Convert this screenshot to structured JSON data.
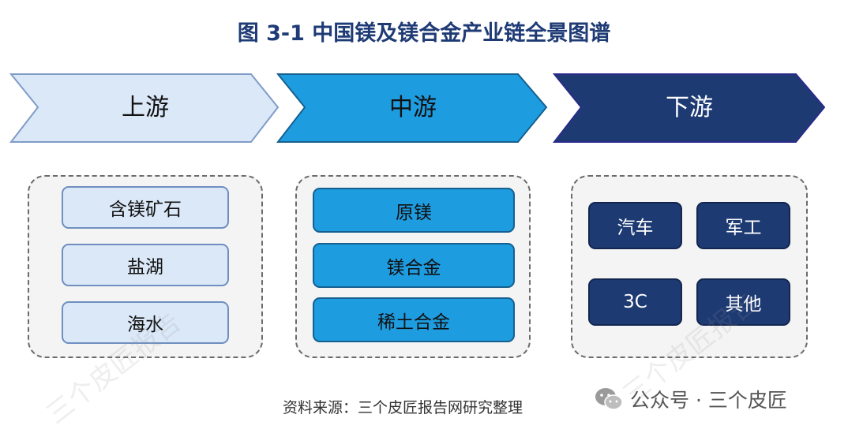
{
  "title": "图  3-1  中国镁及镁合金产业链全景图谱",
  "colors": {
    "title": "#1f3b75",
    "upstream_fill": "#dbe8f8",
    "midstream_fill": "#1e9ce0",
    "downstream_fill": "#1e3a73"
  },
  "stages": [
    {
      "label": "上游",
      "items": [
        "含镁矿石",
        "盐湖",
        "海水"
      ]
    },
    {
      "label": "中游",
      "items": [
        "原镁",
        "镁合金",
        "稀土合金"
      ]
    },
    {
      "label": "下游",
      "items": [
        "汽车",
        "军工",
        "3C",
        "其他"
      ]
    }
  ],
  "source": "资料来源：三个皮匠报告网研究整理",
  "wechat": {
    "icon": "wechat-icon",
    "text": "公众号 · 三个皮匠"
  },
  "watermark": "三个皮匠报告"
}
